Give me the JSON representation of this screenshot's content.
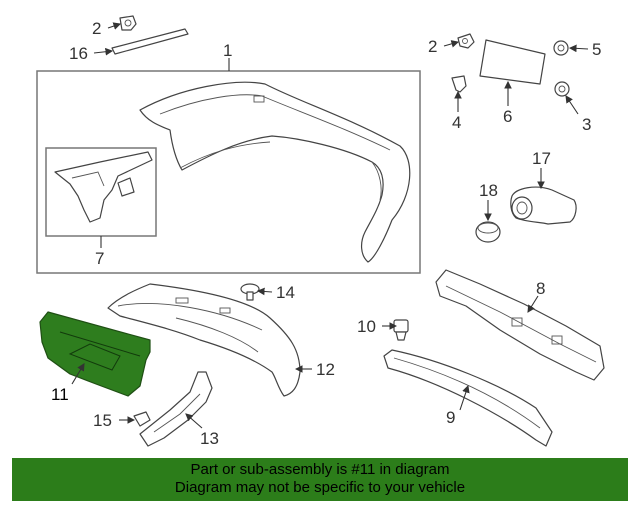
{
  "callouts": {
    "c1": "1",
    "c2a": "2",
    "c2b": "2",
    "c3": "3",
    "c4": "4",
    "c5": "5",
    "c6": "6",
    "c7": "7",
    "c8": "8",
    "c9": "9",
    "c10": "10",
    "c11": "11",
    "c12": "12",
    "c13": "13",
    "c14": "14",
    "c15": "15",
    "c16": "16",
    "c17": "17",
    "c18": "18"
  },
  "highlighted_part": "11",
  "colors": {
    "highlight": "#2e7d1e",
    "banner": "#2c7d1a"
  },
  "banner": {
    "line1": "Part or sub-assembly is #11 in diagram",
    "line2": "Diagram may not be specific to your vehicle"
  }
}
